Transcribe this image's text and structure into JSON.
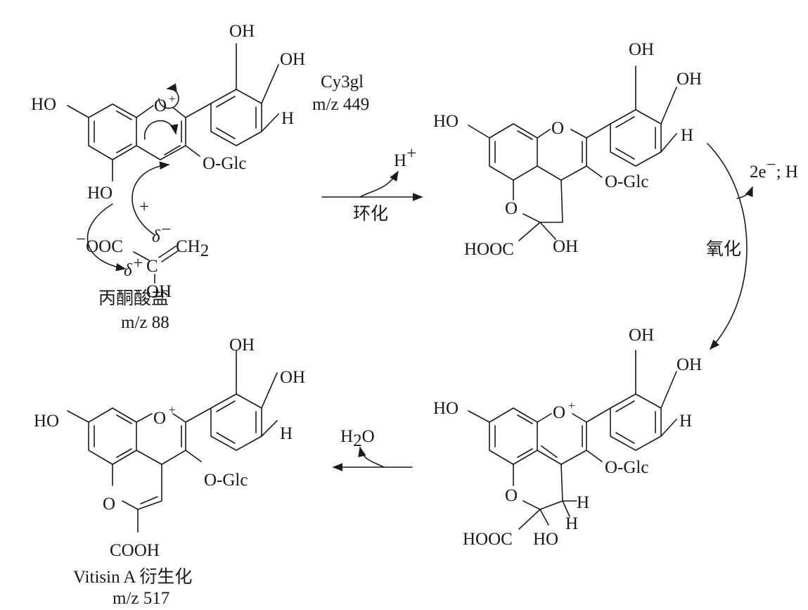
{
  "compounds": {
    "cy3gl": {
      "name": "Cy3gl",
      "mz_prefix": "m/z",
      "mz_value": "449",
      "labels": {
        "oh_top": "OH",
        "oh_right": "OH",
        "ho_left": "HO",
        "ho_bottom": "HO",
        "o_plus": "O",
        "plus": "+",
        "h": "H",
        "o_glc": "O-Glc"
      }
    },
    "pyruvate": {
      "name": "丙酮酸盐",
      "mz_prefix": "m/z",
      "mz_value": "88",
      "labels": {
        "ooc_charge": "−",
        "ooc": "OOC",
        "c": "C",
        "ch2": "CH",
        "ch2_sub": "2",
        "oh": "OH",
        "delta": "δ",
        "minus": "−",
        "plus": "+"
      }
    },
    "intermediate1": {
      "labels": {
        "oh_top": "OH",
        "oh_right": "OH",
        "ho_left": "HO",
        "o_ring": "O",
        "h": "H",
        "o_glc": "O-Glc",
        "o_lower": "O",
        "hooc": "HOOC",
        "oh": "OH"
      }
    },
    "intermediate2": {
      "labels": {
        "oh_top": "OH",
        "oh_right": "OH",
        "ho_left": "HO",
        "o_plus": "O",
        "plus": "+",
        "h": "H",
        "o_glc": "O-Glc",
        "o_lower": "O",
        "hooc": "HOOC",
        "ho": "HO",
        "h1": "H",
        "h2": "H"
      }
    },
    "vitisin": {
      "name": "Vitisin A 衍生化",
      "mz_prefix": "m/z",
      "mz_value": "517",
      "labels": {
        "oh_top": "OH",
        "oh_right": "OH",
        "ho_left": "HO",
        "o_plus": "O",
        "plus": "+",
        "h": "H",
        "o_glc": "O-Glc",
        "o_lower": "O",
        "cooh": "COOH"
      }
    }
  },
  "step_plus": "+",
  "steps": {
    "cyclization": {
      "label": "环化",
      "byproduct": "H",
      "byproduct_sup": "+"
    },
    "oxidation": {
      "label": "氧化",
      "byproduct": "2e",
      "byproduct_sup": "−",
      "byproduct_rest": "; H"
    },
    "dehydration": {
      "byproduct": "H",
      "byproduct_sub": "2",
      "byproduct_rest": "O"
    }
  }
}
